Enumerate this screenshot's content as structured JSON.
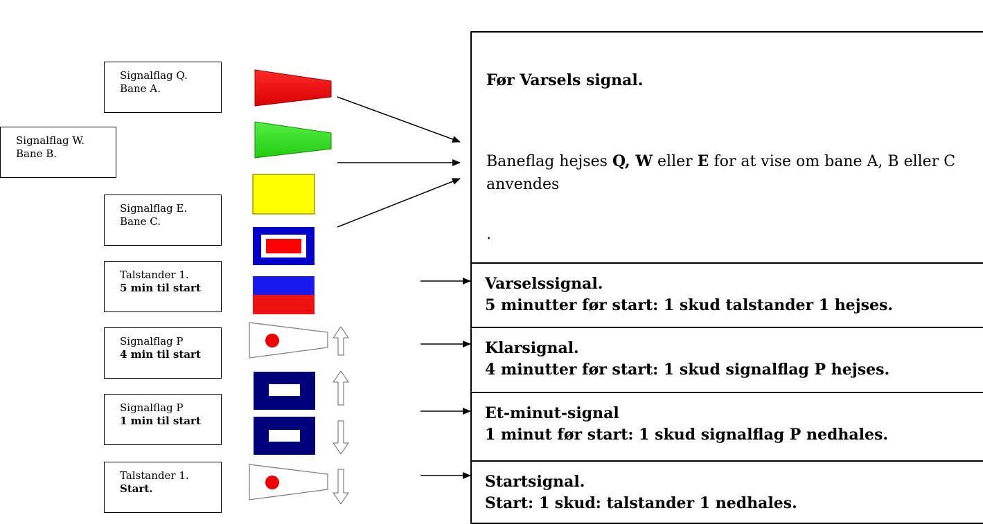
{
  "labels": {
    "q": {
      "line1": "Signalflag Q.",
      "line2": "Bane A."
    },
    "w": {
      "line1": "Signalflag W.",
      "line2": "Bane B."
    },
    "e": {
      "line1": "Signalflag E.",
      "line2": "Bane C."
    },
    "tal1": {
      "line1": "Talstander 1.",
      "line2": "5 min til start"
    },
    "p4": {
      "line1": "Signalflag P",
      "line2": "4 min til start"
    },
    "p1": {
      "line1": "Signalflag P",
      "line2": "1 min til start"
    },
    "start": {
      "line1": "Talstander 1.",
      "line2": "Start."
    }
  },
  "panel": {
    "title": "Før Varsels signal.",
    "text_before": "Baneflag hejses ",
    "text_bold1": "Q, W",
    "text_mid1": " eller ",
    "text_bold2": "E",
    "text_after": " for at vise om bane A, B eller C anvendes",
    "dot": "."
  },
  "rows": [
    {
      "title": "Varselssignal.",
      "text": "5 minutter før start: 1 skud talstander 1 hejses."
    },
    {
      "title": "Klarsignal.",
      "text": "4 minutter før start: 1 skud signalflag P hejses."
    },
    {
      "title": "Et-minut-signal",
      "text": "1 minut før start: 1 skud signalflag P nedhales."
    },
    {
      "title": "Startsignal.",
      "text": "Start: 1 skud: talstander 1 nedhales."
    }
  ],
  "colors": {
    "flag_q": "#ee0000",
    "flag_w": "#33dd22",
    "flag_e": "#ffff00",
    "blue": "#0000cc",
    "navy": "#000080",
    "red": "#ff0000"
  }
}
